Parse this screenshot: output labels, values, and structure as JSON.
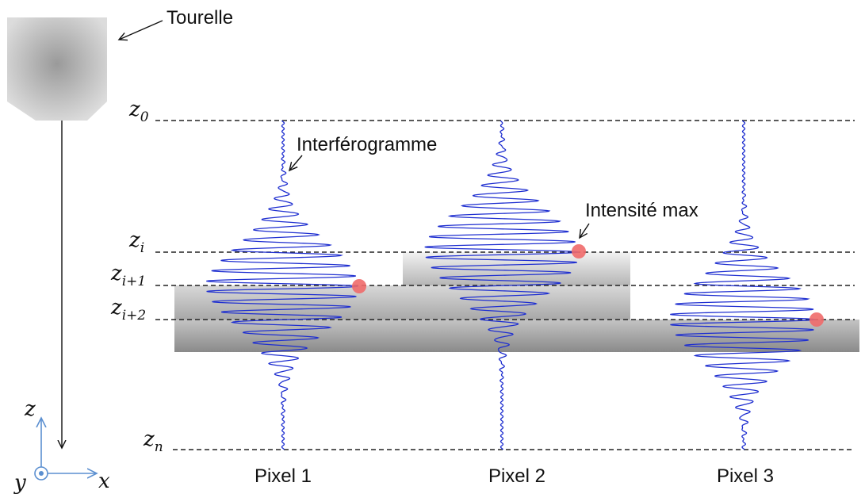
{
  "labels": {
    "turret": "Tourelle",
    "interferogram": "Interférogramme",
    "max_intensity": "Intensité max"
  },
  "z_levels": [
    {
      "base": "z",
      "sub": "0"
    },
    {
      "base": "z",
      "sub": "i"
    },
    {
      "base": "z",
      "sub": "i+1"
    },
    {
      "base": "z",
      "sub": "i+2"
    },
    {
      "base": "z",
      "sub": "n"
    }
  ],
  "pixels": [
    "Pixel 1",
    "Pixel 2",
    "Pixel 3"
  ],
  "axes": {
    "z": "z",
    "y": "y",
    "x": "x"
  },
  "colors": {
    "signal": "#1f2fd0",
    "marker": "#f06a6a",
    "axis_blue": "#5b8fd0",
    "dash": "#222222"
  }
}
